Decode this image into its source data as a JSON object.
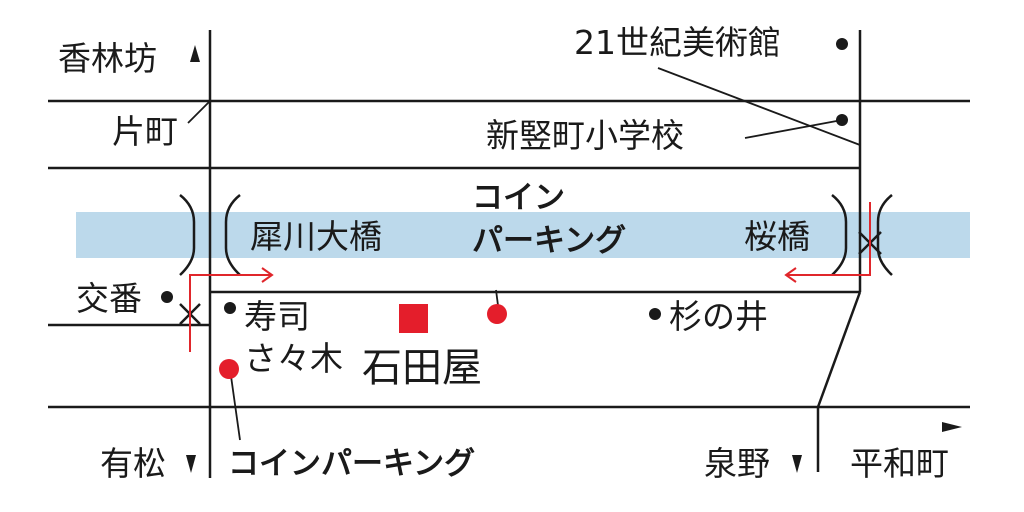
{
  "colors": {
    "river": "#bcd9eb",
    "road": "#1a1a1a",
    "route": "#e0262b",
    "marker": "#e41e2b",
    "background": "#ffffff"
  },
  "labels": {
    "kourinbou": "香林坊",
    "katamachi": "片町",
    "museum": "21世紀美術館",
    "school": "新竪町小学校",
    "saigawa_bridge": "犀川大橋",
    "parking_north_line1": "コイン",
    "parking_north_line2": "パーキング",
    "sakura_bridge": "桜橋",
    "police_box": "交番",
    "sushi_line1": "寿司",
    "sushi_line2": "さ々木",
    "ishidaya": "石田屋",
    "suginoi": "杉の井",
    "arimatsu": "有松",
    "parking_south": "コインパーキング",
    "izumino": "泉野",
    "heiwamachi": "平和町"
  },
  "icons": {
    "north_arrow": "triangle-up-icon",
    "south_arrow": "triangle-down-icon",
    "east_arrow": "triangle-right-icon",
    "crossing": "cross-mark-icon",
    "point": "dot-icon",
    "destination": "square-icon",
    "parking": "red-dot-icon"
  }
}
